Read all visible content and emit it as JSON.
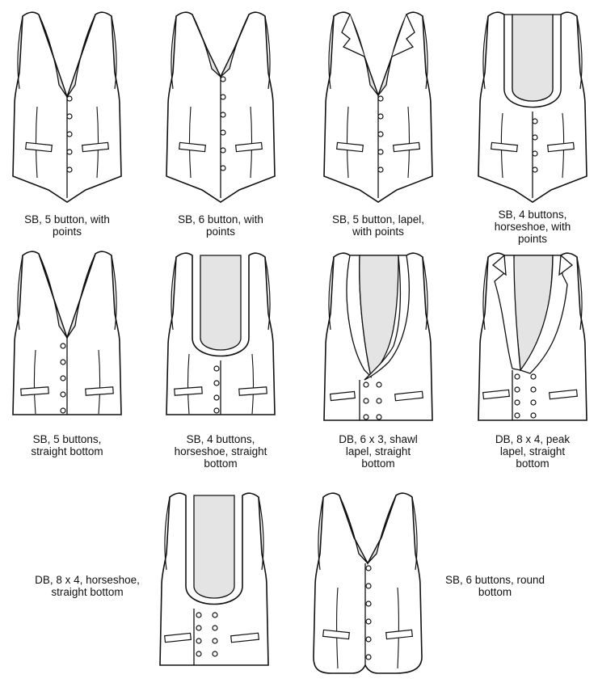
{
  "diagram": {
    "styles": [
      {
        "id": "v1",
        "caption": "SB, 5 button, with\npoints",
        "buttons": 5,
        "rows": 1,
        "neck": "v",
        "hem": "points",
        "lapel": "none"
      },
      {
        "id": "v2",
        "caption": "SB, 6 button, with\npoints",
        "buttons": 6,
        "rows": 1,
        "neck": "v",
        "hem": "points",
        "lapel": "none"
      },
      {
        "id": "v3",
        "caption": "SB, 5 button, lapel,\nwith points",
        "buttons": 5,
        "rows": 1,
        "neck": "v",
        "hem": "points",
        "lapel": "notch"
      },
      {
        "id": "v4",
        "caption": "SB, 4 buttons,\nhorseshoe, with\npoints",
        "buttons": 4,
        "rows": 1,
        "neck": "horseshoe",
        "hem": "points",
        "lapel": "none"
      },
      {
        "id": "v5",
        "caption": "SB, 5 buttons,\nstraight bottom",
        "buttons": 5,
        "rows": 1,
        "neck": "v",
        "hem": "straight",
        "lapel": "none"
      },
      {
        "id": "v6",
        "caption": "SB, 4 buttons,\nhorseshoe, straight\nbottom",
        "buttons": 4,
        "rows": 1,
        "neck": "horseshoe",
        "hem": "straight",
        "lapel": "none"
      },
      {
        "id": "v7",
        "caption": "DB, 6 x 3, shawl\nlapel, straight\nbottom",
        "buttons": 6,
        "rows": 2,
        "neck": "shawl",
        "hem": "straight",
        "lapel": "shawl"
      },
      {
        "id": "v8",
        "caption": "DB, 8 x 4, peak\nlapel, straight\nbottom",
        "buttons": 8,
        "rows": 2,
        "neck": "peak",
        "hem": "straight",
        "lapel": "peak"
      },
      {
        "id": "v9",
        "caption": "DB, 8 x 4, horseshoe,\nstraight bottom",
        "buttons": 8,
        "rows": 2,
        "neck": "horseshoe",
        "hem": "straight",
        "lapel": "none"
      },
      {
        "id": "v10",
        "caption": "SB, 6 buttons, round\nbottom",
        "buttons": 6,
        "rows": 1,
        "neck": "v",
        "hem": "round",
        "lapel": "none"
      }
    ],
    "colors": {
      "line": "#111111",
      "lining": "#e4e4e4",
      "fill": "#ffffff"
    }
  }
}
